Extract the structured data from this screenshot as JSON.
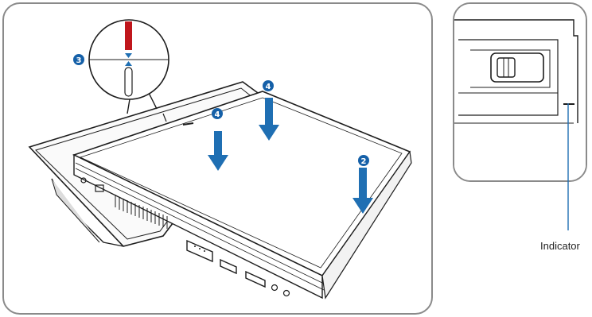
{
  "steps": {
    "step_a": "3",
    "step_b": "4",
    "step_c": "4",
    "step_d": "2"
  },
  "callout": {
    "indicator_label": "Indicator"
  },
  "colors": {
    "arrow": "#1f6fb3",
    "badge": "#1560a8",
    "alignment_mark": "#c0161c",
    "frame": "#8a8a8a",
    "line": "#1d1d1d"
  },
  "icons": [
    "down-arrow-icon",
    "alignment-marker-icon",
    "step-badge-icon"
  ]
}
